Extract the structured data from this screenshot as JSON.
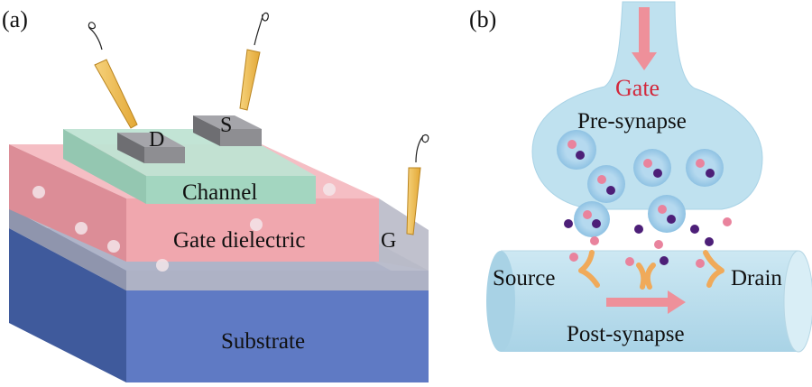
{
  "panel_a": {
    "tag": "(a)",
    "drain_pad": "D",
    "source_pad": "S",
    "gate_contact": "G",
    "channel_label": "Channel",
    "dielectric_label": "Gate dielectric",
    "substrate_label": "Substrate"
  },
  "panel_b": {
    "tag": "(b)",
    "gate_label": "Gate",
    "pre_synapse_label": "Pre-synapse",
    "source_label": "Source",
    "drain_label": "Drain",
    "post_synapse_label": "Post-synapse"
  },
  "colors": {
    "substrate_blue": "#5b78c4",
    "dielectric_pink": "#efa9b0",
    "channel_green": "#a9d8c4",
    "pad_gray": "#8e8e92",
    "probe_gold": "#ecb748",
    "synapse_blue": "#b8dceb",
    "neurotransmitter_pink": "#e9839d",
    "neurotransmitter_purple": "#4d1f78",
    "receptor_orange": "#f0aa5a",
    "gate_red": "#d2283c"
  }
}
